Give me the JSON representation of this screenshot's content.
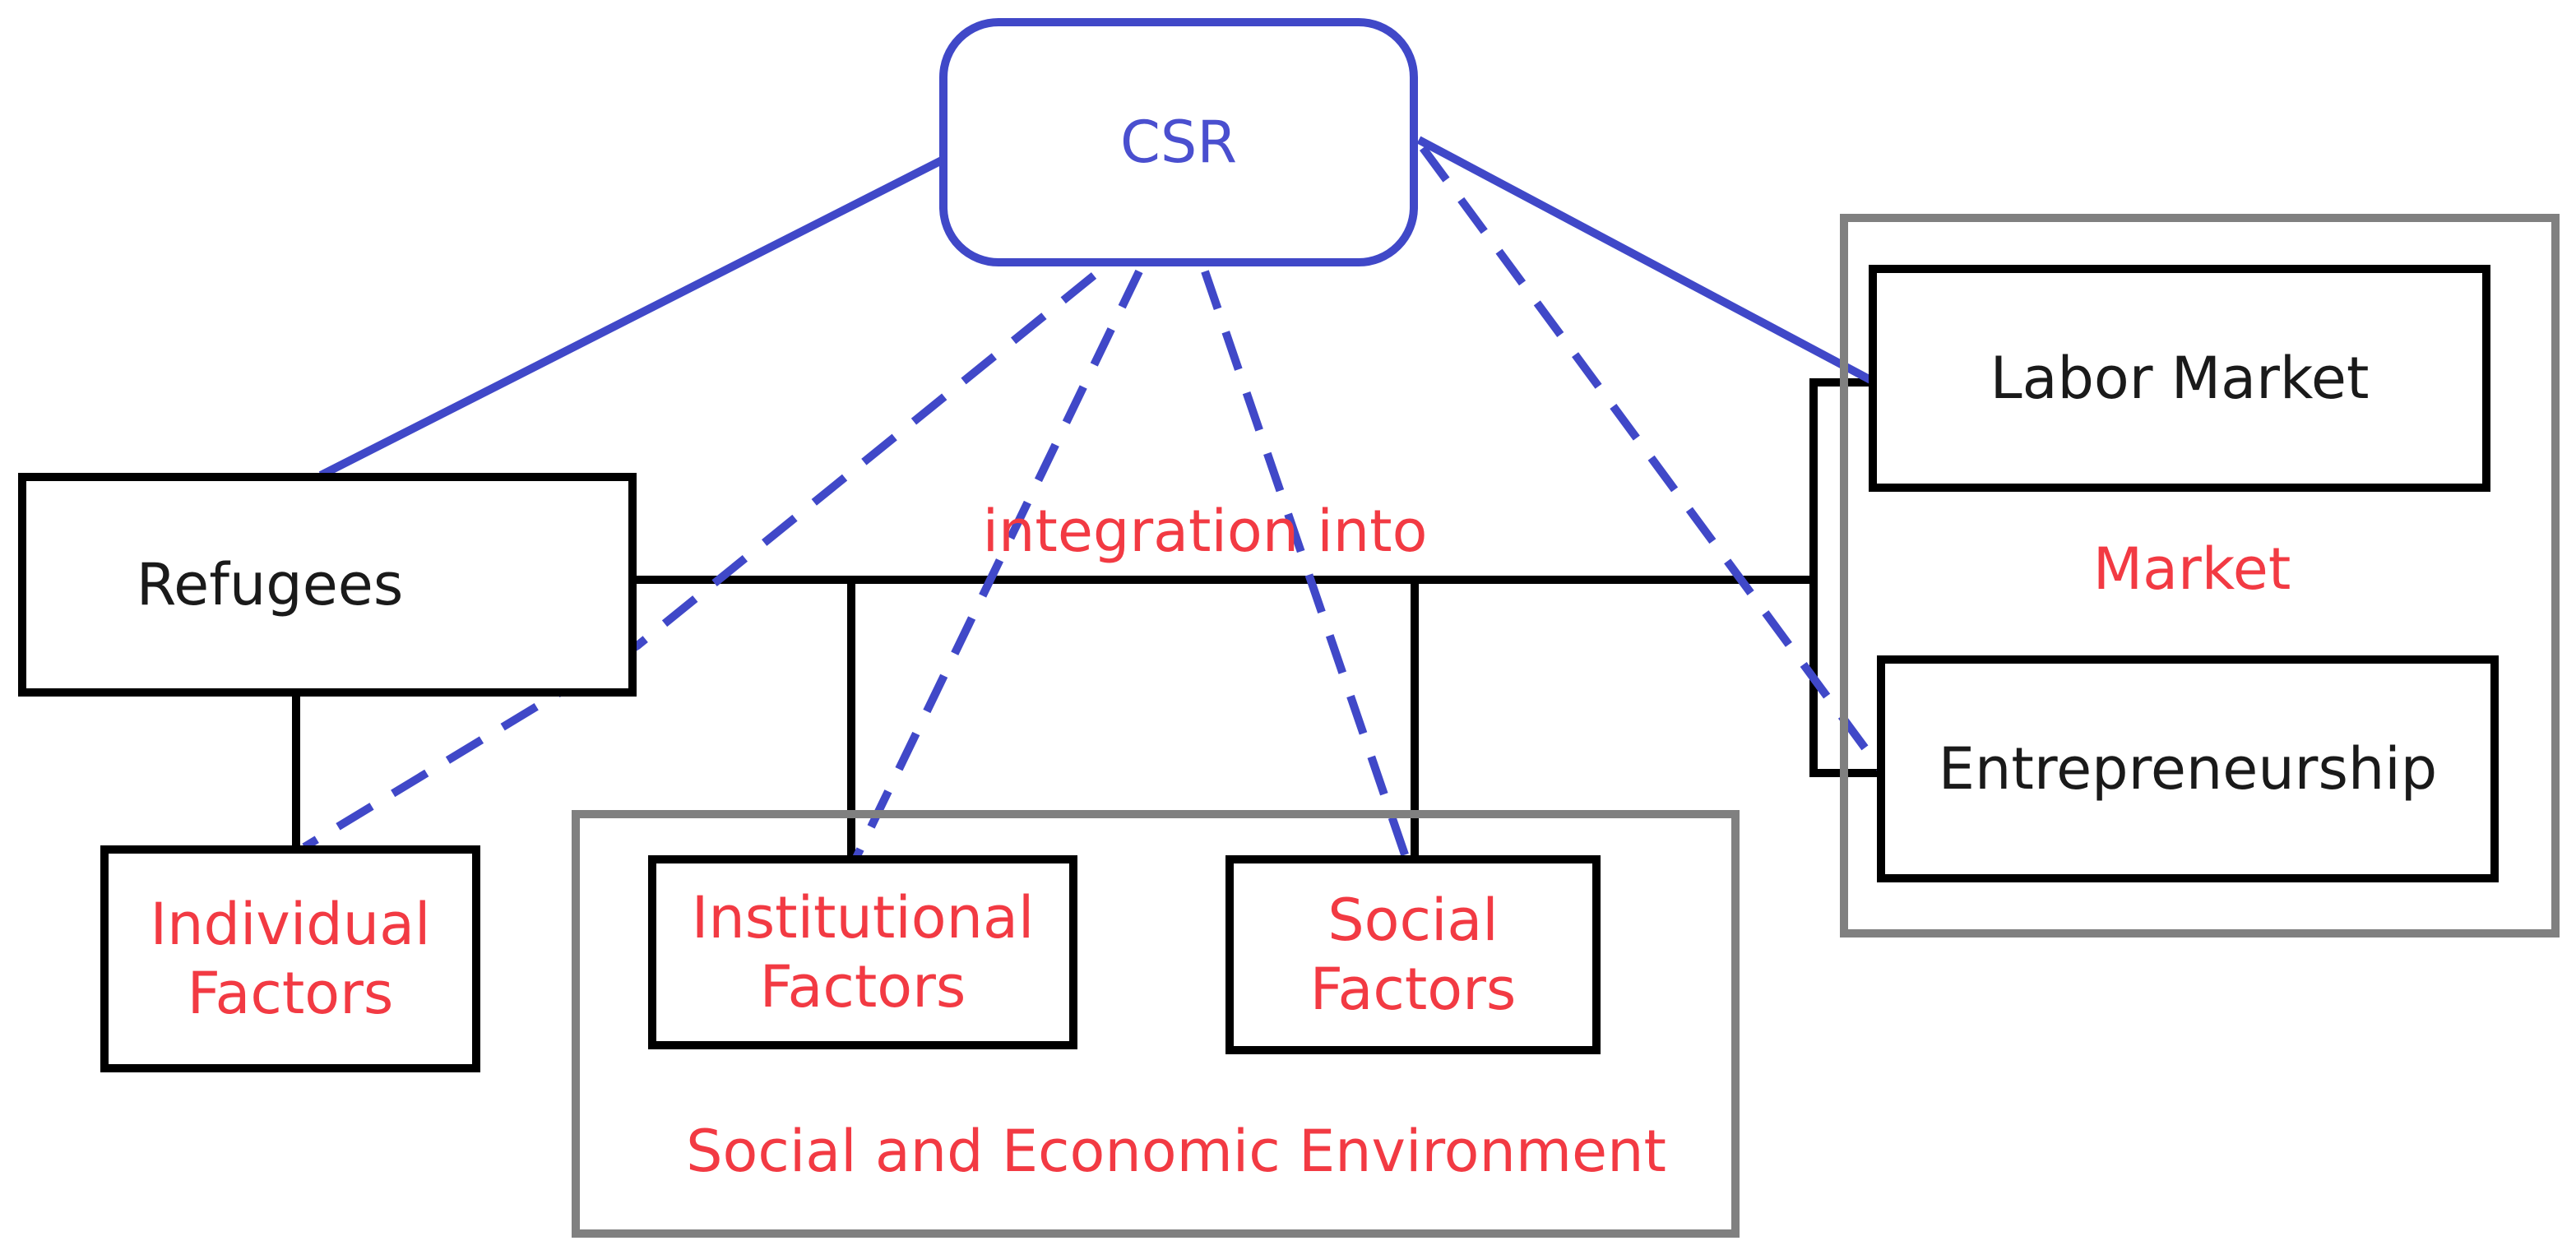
{
  "colors": {
    "csr_blue": "#4048c8",
    "text_red": "#f23a43",
    "node_border": "#000000",
    "group_border": "#808080"
  },
  "nodes": {
    "csr": "CSR",
    "refugees": "Refugees",
    "individual_factors": "Individual\nFactors",
    "institutional_factors": "Institutional\nFactors",
    "social_factors": "Social\nFactors",
    "labor_market": "Labor Market",
    "entrepreneurship": "Entrepreneurship"
  },
  "labels": {
    "integration": "integration into",
    "market": "Market",
    "environment": "Social and Economic Environment"
  },
  "edges": [
    {
      "from": "csr",
      "to": "refugees",
      "style": "solid"
    },
    {
      "from": "csr",
      "to": "labor_market",
      "style": "solid"
    },
    {
      "from": "csr",
      "to": "individual_factors",
      "style": "dashed"
    },
    {
      "from": "csr",
      "to": "institutional_factors",
      "style": "dashed"
    },
    {
      "from": "csr",
      "to": "social_factors",
      "style": "dashed"
    },
    {
      "from": "csr",
      "to": "entrepreneurship",
      "style": "dashed"
    }
  ]
}
